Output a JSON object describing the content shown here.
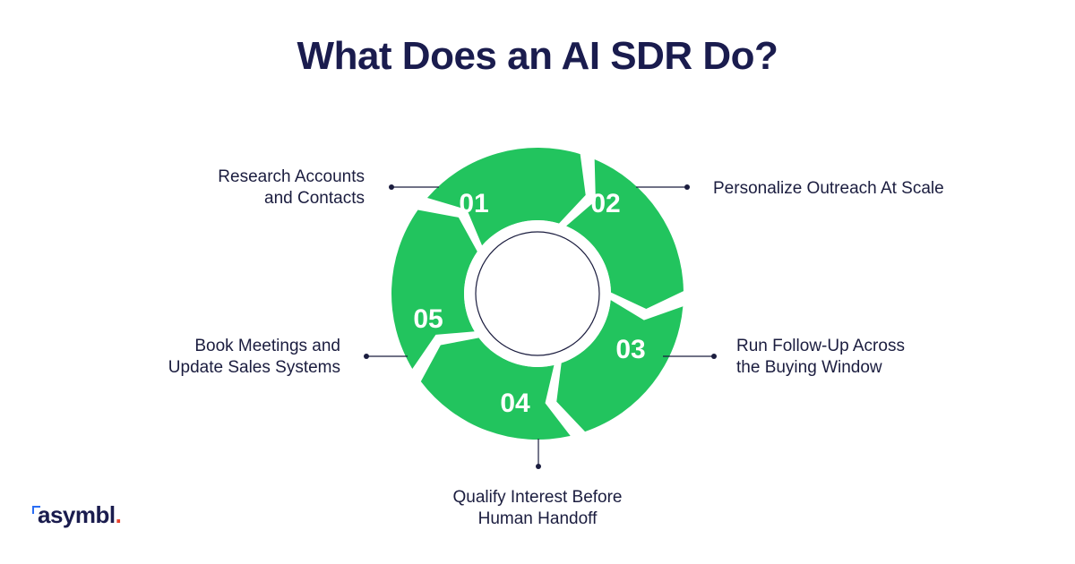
{
  "title": "What Does an AI SDR Do?",
  "colors": {
    "segment": "#22c45e",
    "hub": "#ffffff",
    "connector": "#1b1d3f",
    "title": "#1a1c4e"
  },
  "steps": [
    {
      "number": "01",
      "label": "Research Accounts\nand Contacts"
    },
    {
      "number": "02",
      "label": "Personalize Outreach At Scale"
    },
    {
      "number": "03",
      "label": "Run Follow-Up Across\nthe Buying Window"
    },
    {
      "number": "04",
      "label": "Qualify Interest Before\nHuman Handoff"
    },
    {
      "number": "05",
      "label": "Book Meetings and\nUpdate Sales Systems"
    }
  ],
  "logo": {
    "text": "asymbl",
    "dot": "."
  }
}
